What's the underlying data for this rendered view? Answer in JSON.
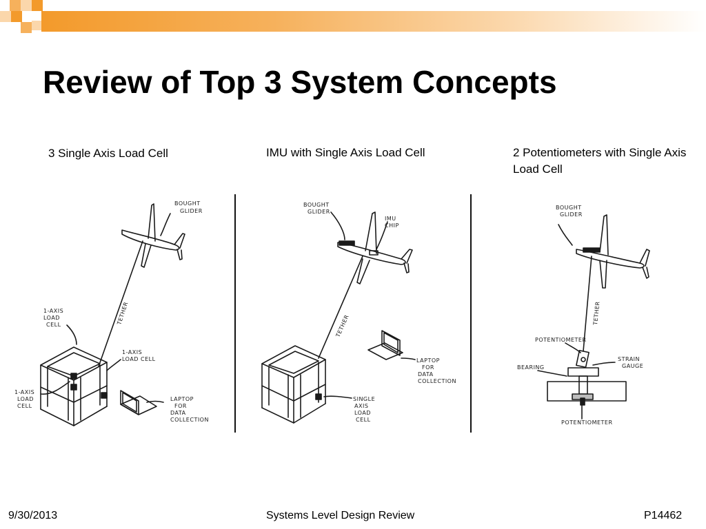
{
  "slide": {
    "title": "Review of Top 3 System Concepts",
    "accent_color": "#f39a2b"
  },
  "concepts": [
    {
      "caption": "3 Single Axis Load Cell",
      "labels": {
        "glider": [
          "BOUGHT",
          "GLIDER"
        ],
        "tether": "TETHER",
        "load_cell_top": [
          "1-AXIS",
          "LOAD",
          "CELL"
        ],
        "load_cell_right": [
          "1-AXIS",
          "LOAD CELL"
        ],
        "load_cell_left": [
          "1-AXIS",
          "LOAD",
          "CELL"
        ],
        "laptop": [
          "LAPTOP",
          "FOR",
          "DATA",
          "COLLECTION"
        ]
      }
    },
    {
      "caption": "IMU with Single Axis Load Cell",
      "labels": {
        "glider": [
          "BOUGHT",
          "GLIDER"
        ],
        "imu": [
          "IMU",
          "CHIP"
        ],
        "tether": "TETHER",
        "laptop": [
          "LAPTOP",
          "FOR",
          "DATA",
          "COLLECTION"
        ],
        "load_cell": [
          "SINGLE",
          "AXIS",
          "LOAD",
          "CELL"
        ]
      }
    },
    {
      "caption": "2 Potentiometers with Single Axis Load Cell",
      "labels": {
        "glider": [
          "BOUGHT",
          "GLIDER"
        ],
        "tether": "TETHER",
        "pot_top": "POTENTIOMETER",
        "strain": [
          "STRAIN",
          "GAUGE"
        ],
        "bearing": "BEARING",
        "pot_bottom": "POTENTIOMETER"
      }
    }
  ],
  "footer": {
    "date": "9/30/2013",
    "center": "Systems Level Design Review",
    "code": "P14462"
  }
}
